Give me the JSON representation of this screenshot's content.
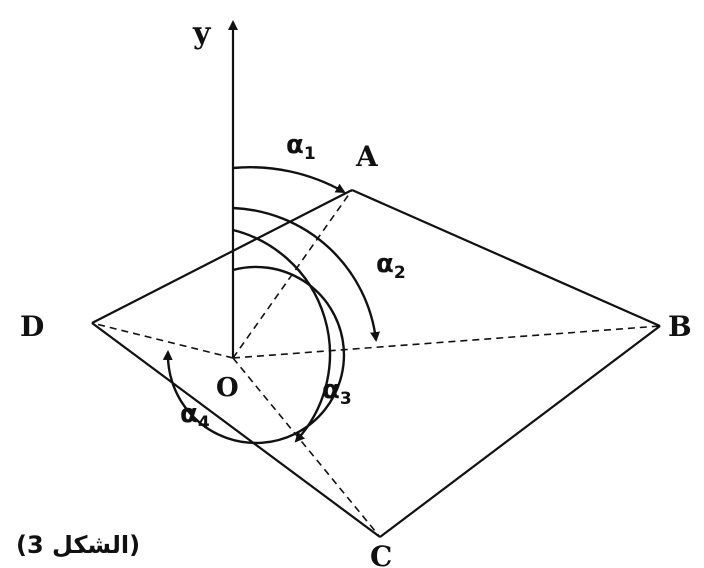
{
  "axis": {
    "label": "y"
  },
  "points": {
    "A": "A",
    "B": "B",
    "C": "C",
    "D": "D",
    "O": "O"
  },
  "angles": {
    "a1": {
      "symbol": "α",
      "sub": "1"
    },
    "a2": {
      "symbol": "α",
      "sub": "2"
    },
    "a3": {
      "symbol": "α",
      "sub": "3"
    },
    "a4": {
      "symbol": "α",
      "sub": "4"
    }
  },
  "caption": "(الشكل 3)",
  "colors": {
    "ink": "#111111",
    "background": "#ffffff"
  }
}
